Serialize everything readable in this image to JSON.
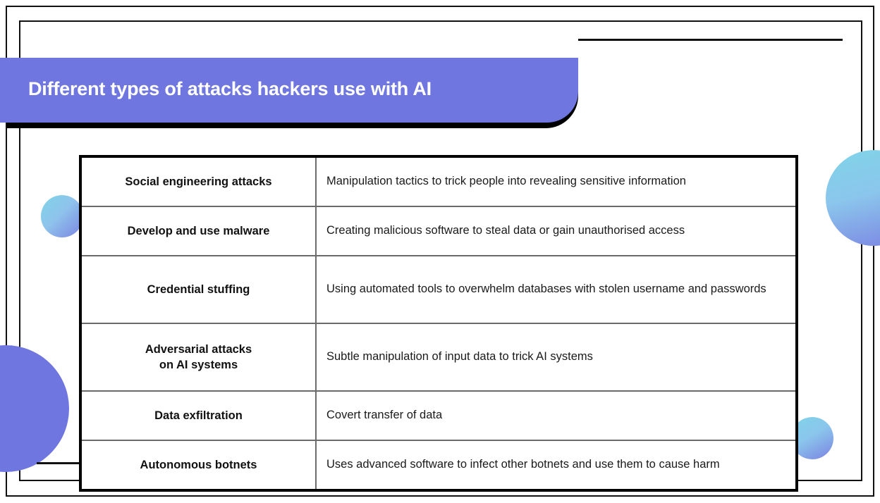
{
  "slide": {
    "title": "Different types of attacks hackers use with AI",
    "background_color": "#ffffff",
    "accent_purple": "#6F76DF",
    "accent_cyan": "#7FD4E8",
    "frame_color": "#111111",
    "table_border_color": "#000000",
    "table_divider_color": "#6b6b6b"
  },
  "table": {
    "rows": [
      {
        "term": "Social engineering attacks",
        "description": "Manipulation tactics to trick people into revealing sensitive information"
      },
      {
        "term": "Develop and use malware",
        "description": "Creating malicious software to steal data or gain unauthorised access"
      },
      {
        "term": "Credential stuffing",
        "description": "Using automated tools to overwhelm databases with stolen username and passwords"
      },
      {
        "term": "Adversarial attacks on AI systems",
        "term_line1": "Adversarial attacks",
        "term_line2": "on AI systems",
        "description": "Subtle manipulation of input data to trick AI systems"
      },
      {
        "term": "Data exfiltration",
        "description": "Covert transfer of data"
      },
      {
        "term": "Autonomous botnets",
        "description": "Uses advanced software to infect other botnets and use them to cause harm"
      }
    ]
  }
}
